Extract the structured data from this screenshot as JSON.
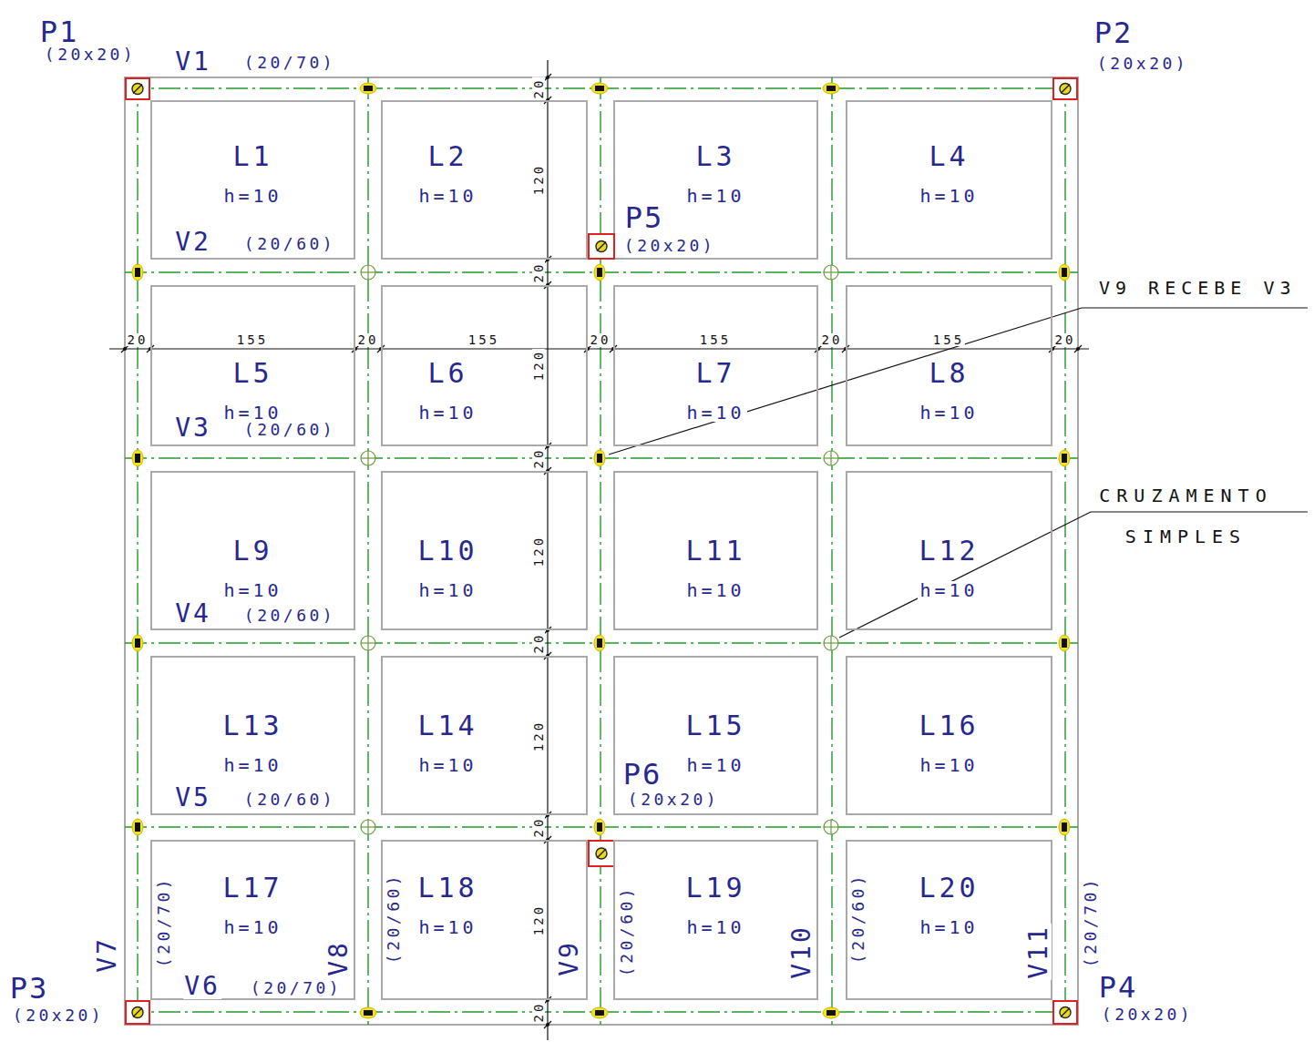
{
  "diagram": {
    "nodes": [
      {
        "text": [
          "P1",
          "(20x20)"
        ]
      },
      {
        "text": [
          "P2",
          "(20x20)"
        ]
      },
      {
        "text": [
          "L1",
          "h=10"
        ]
      },
      {
        "text": [
          "L2",
          "h=10"
        ]
      },
      {
        "text": [
          "L3",
          "h=10"
        ]
      },
      {
        "text": [
          "L4",
          "h=10"
        ]
      },
      {
        "text": [
          "P5",
          "(20x20)"
        ]
      },
      {
        "text": [
          "L5",
          "h=10"
        ]
      },
      {
        "text": [
          "L6",
          "h=10"
        ]
      },
      {
        "text": [
          "L7",
          "h=10"
        ]
      },
      {
        "text": [
          "L8",
          "h=10"
        ]
      },
      {
        "text": [
          "L9",
          "h=10"
        ]
      },
      {
        "text": [
          "L10",
          "h=10"
        ]
      },
      {
        "text": [
          "L11",
          "h=10"
        ]
      },
      {
        "text": [
          "L12",
          "h=10"
        ]
      },
      {
        "text": [
          "L13",
          "h=10"
        ]
      },
      {
        "text": [
          "L14",
          "h=10"
        ]
      },
      {
        "text": [
          "L15",
          "h=10"
        ]
      },
      {
        "text": [
          "L16",
          "h=10"
        ]
      },
      {
        "text": [
          "P6",
          "(20x20)"
        ]
      },
      {
        "text": [
          "L17",
          "h=10"
        ]
      },
      {
        "text": [
          "L18",
          "h=10"
        ]
      },
      {
        "text": [
          "L19",
          "h=10"
        ]
      },
      {
        "text": [
          "L20",
          "h=10"
        ]
      },
      {
        "text": [
          "P3",
          "(20x20)"
        ]
      },
      {
        "text": [
          "P4",
          "(20x20)"
        ]
      }
    ],
    "labels": [
      "V1",
      "(20/70)",
      "V9 RECEBE V3",
      "V2",
      "(20/60)",
      "20",
      "155",
      "20",
      "155",
      "20",
      "155",
      "20",
      "155",
      "20",
      "V3",
      "(20/60)",
      "CRUZAMENTO SIMPLES",
      "V4",
      "(20/60)",
      "V5",
      "(20/60)",
      "V6",
      "(20/70)",
      "V7",
      "(20/70)",
      "V8",
      "(20/60)",
      "V9",
      "(20/60)",
      "V10",
      "(20/60)",
      "V11",
      "(20/70)",
      "20",
      "120",
      "20",
      "120",
      "20",
      "120",
      "20",
      "120",
      "20",
      "120",
      "20"
    ]
  }
}
